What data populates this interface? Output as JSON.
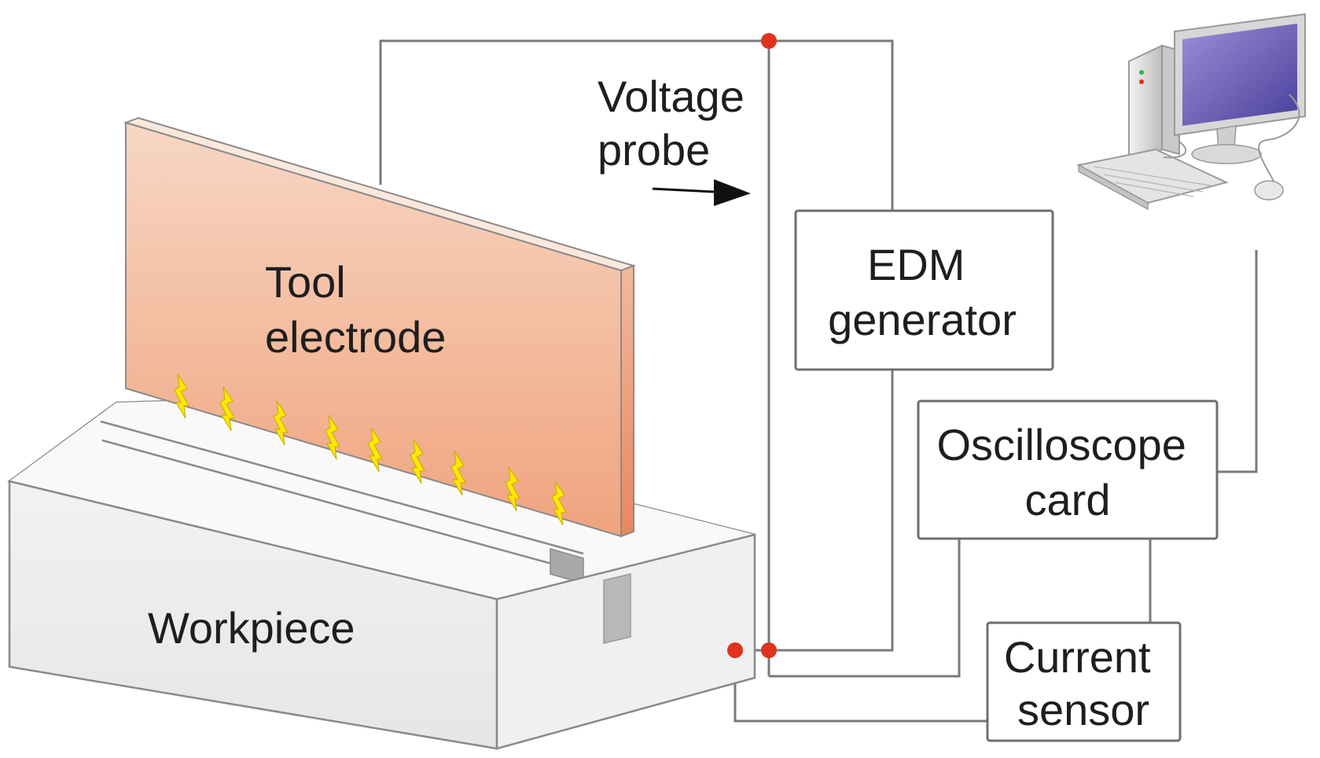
{
  "labels": {
    "voltage_probe": [
      "Voltage",
      "probe"
    ],
    "tool_electrode": [
      "Tool",
      "electrode"
    ],
    "edm_generator": [
      "EDM",
      "generator"
    ],
    "oscilloscope_card": [
      "Oscilloscope",
      "card"
    ],
    "current_sensor": [
      "Current",
      "sensor"
    ],
    "workpiece": "Workpiece"
  },
  "colors": {
    "electrode_top": "#f7d7c4",
    "electrode_bottom": "#f0a37e",
    "spark": "#ffe800",
    "spark_outline": "#c8b400",
    "node": "#e0321c",
    "wire": "#7a7a7a"
  },
  "icons": {
    "computer": "desktop-computer-icon"
  }
}
